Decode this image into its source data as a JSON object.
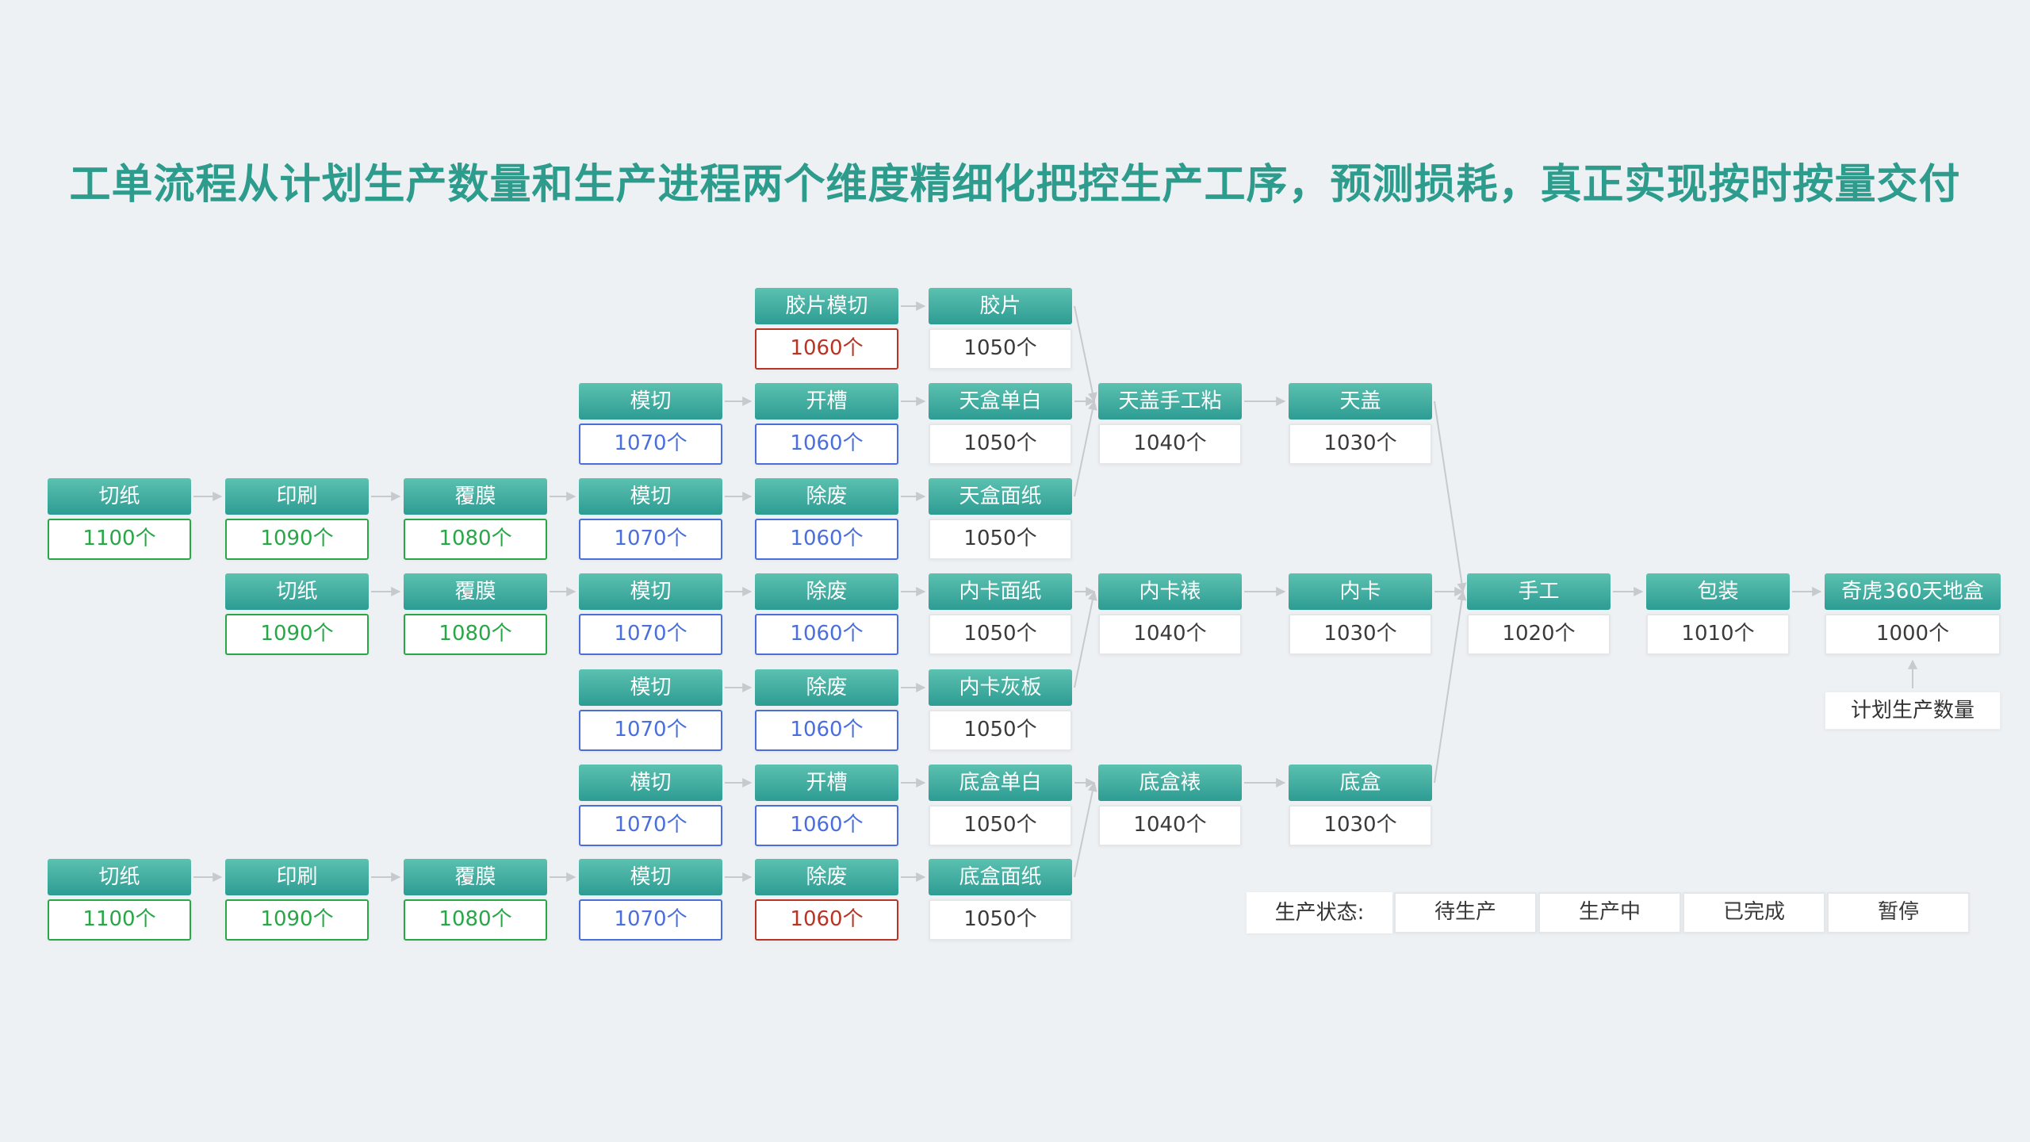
{
  "page": {
    "title": "工单流程从计划生产数量和生产进程两个维度精细化把控生产工序，预测损耗，真正实现按时按量交付"
  },
  "colors": {
    "background": "#eef1f4",
    "title": "#2d9c8d",
    "header_top": "#5cc1b0",
    "header_bottom": "#2d9c93",
    "completed": "#28a746",
    "in_production": "#4a6edc",
    "paused": "#ba3425",
    "waiting_border": "#e4e7ea",
    "waiting_text": "#3a3a3a",
    "arrow": "#c6c9cd"
  },
  "plan_label": "计划生产数量",
  "legend": {
    "label": "生产状态:",
    "items": [
      {
        "label": "待生产",
        "status": "waiting"
      },
      {
        "label": "生产中",
        "status": "in_production"
      },
      {
        "label": "已完成",
        "status": "completed"
      },
      {
        "label": "暂停",
        "status": "paused"
      }
    ]
  },
  "nodes": [
    {
      "id": "jp_mq",
      "label": "胶片模切",
      "qty": "1060个",
      "status": "paused",
      "col": 4,
      "row": 0
    },
    {
      "id": "jp",
      "label": "胶片",
      "qty": "1050个",
      "status": "waiting",
      "col": 5,
      "row": 0
    },
    {
      "id": "mq_a",
      "label": "模切",
      "qty": "1070个",
      "status": "in_production",
      "col": 3,
      "row": 1
    },
    {
      "id": "kc_a",
      "label": "开槽",
      "qty": "1060个",
      "status": "in_production",
      "col": 4,
      "row": 1
    },
    {
      "id": "thdb",
      "label": "天盒单白",
      "qty": "1050个",
      "status": "waiting",
      "col": 5,
      "row": 1
    },
    {
      "id": "tgsgz",
      "label": "天盖手工粘",
      "qty": "1040个",
      "status": "waiting",
      "col": 6,
      "row": 1
    },
    {
      "id": "tg",
      "label": "天盖",
      "qty": "1030个",
      "status": "waiting",
      "col": 7,
      "row": 1
    },
    {
      "id": "qz_a",
      "label": "切纸",
      "qty": "1100个",
      "status": "completed",
      "col": 0,
      "row": 2
    },
    {
      "id": "ys_a",
      "label": "印刷",
      "qty": "1090个",
      "status": "completed",
      "col": 1,
      "row": 2
    },
    {
      "id": "fm_a",
      "label": "覆膜",
      "qty": "1080个",
      "status": "completed",
      "col": 2,
      "row": 2
    },
    {
      "id": "mq_b",
      "label": "模切",
      "qty": "1070个",
      "status": "in_production",
      "col": 3,
      "row": 2
    },
    {
      "id": "cf_a",
      "label": "除废",
      "qty": "1060个",
      "status": "in_production",
      "col": 4,
      "row": 2
    },
    {
      "id": "thmz",
      "label": "天盒面纸",
      "qty": "1050个",
      "status": "waiting",
      "col": 5,
      "row": 2
    },
    {
      "id": "qz_b",
      "label": "切纸",
      "qty": "1090个",
      "status": "completed",
      "col": 1,
      "row": 3
    },
    {
      "id": "fm_b",
      "label": "覆膜",
      "qty": "1080个",
      "status": "completed",
      "col": 2,
      "row": 3
    },
    {
      "id": "mq_c",
      "label": "模切",
      "qty": "1070个",
      "status": "in_production",
      "col": 3,
      "row": 3
    },
    {
      "id": "cf_b",
      "label": "除废",
      "qty": "1060个",
      "status": "in_production",
      "col": 4,
      "row": 3
    },
    {
      "id": "nkmz",
      "label": "内卡面纸",
      "qty": "1050个",
      "status": "waiting",
      "col": 5,
      "row": 3
    },
    {
      "id": "nkb",
      "label": "内卡裱",
      "qty": "1040个",
      "status": "waiting",
      "col": 6,
      "row": 3
    },
    {
      "id": "nk",
      "label": "内卡",
      "qty": "1030个",
      "status": "waiting",
      "col": 7,
      "row": 3
    },
    {
      "id": "sg",
      "label": "手工",
      "qty": "1020个",
      "status": "waiting",
      "col": 8,
      "row": 3
    },
    {
      "id": "bz",
      "label": "包装",
      "qty": "1010个",
      "status": "waiting",
      "col": 9,
      "row": 3
    },
    {
      "id": "qh",
      "label": "奇虎360天地盒",
      "qty": "1000个",
      "status": "waiting",
      "col": 10,
      "row": 3,
      "wide": true
    },
    {
      "id": "mq_d",
      "label": "模切",
      "qty": "1070个",
      "status": "in_production",
      "col": 3,
      "row": 4
    },
    {
      "id": "cf_c",
      "label": "除废",
      "qty": "1060个",
      "status": "in_production",
      "col": 4,
      "row": 4
    },
    {
      "id": "nkhb",
      "label": "内卡灰板",
      "qty": "1050个",
      "status": "waiting",
      "col": 5,
      "row": 4
    },
    {
      "id": "hq",
      "label": "横切",
      "qty": "1070个",
      "status": "in_production",
      "col": 3,
      "row": 5
    },
    {
      "id": "kc_b",
      "label": "开槽",
      "qty": "1060个",
      "status": "in_production",
      "col": 4,
      "row": 5
    },
    {
      "id": "ddb",
      "label": "底盒单白",
      "qty": "1050个",
      "status": "waiting",
      "col": 5,
      "row": 5
    },
    {
      "id": "dhb",
      "label": "底盒裱",
      "qty": "1040个",
      "status": "waiting",
      "col": 6,
      "row": 5
    },
    {
      "id": "dh",
      "label": "底盒",
      "qty": "1030个",
      "status": "waiting",
      "col": 7,
      "row": 5
    },
    {
      "id": "qz_c",
      "label": "切纸",
      "qty": "1100个",
      "status": "completed",
      "col": 0,
      "row": 6
    },
    {
      "id": "ys_b",
      "label": "印刷",
      "qty": "1090个",
      "status": "completed",
      "col": 1,
      "row": 6
    },
    {
      "id": "fm_c",
      "label": "覆膜",
      "qty": "1080个",
      "status": "completed",
      "col": 2,
      "row": 6
    },
    {
      "id": "mq_e",
      "label": "模切",
      "qty": "1070个",
      "status": "in_production",
      "col": 3,
      "row": 6
    },
    {
      "id": "cf_d",
      "label": "除废",
      "qty": "1060个",
      "status": "paused",
      "col": 4,
      "row": 6
    },
    {
      "id": "dhmz",
      "label": "底盒面纸",
      "qty": "1050个",
      "status": "waiting",
      "col": 5,
      "row": 6
    }
  ],
  "edges": [
    [
      "jp_mq",
      "jp"
    ],
    [
      "jp",
      "tgsgz"
    ],
    [
      "mq_a",
      "kc_a"
    ],
    [
      "kc_a",
      "thdb"
    ],
    [
      "thdb",
      "tgsgz"
    ],
    [
      "tgsgz",
      "tg"
    ],
    [
      "tg",
      "sg"
    ],
    [
      "qz_a",
      "ys_a"
    ],
    [
      "ys_a",
      "fm_a"
    ],
    [
      "fm_a",
      "mq_b"
    ],
    [
      "mq_b",
      "cf_a"
    ],
    [
      "cf_a",
      "thmz"
    ],
    [
      "thmz",
      "tgsgz"
    ],
    [
      "qz_b",
      "fm_b"
    ],
    [
      "fm_b",
      "mq_c"
    ],
    [
      "mq_c",
      "cf_b"
    ],
    [
      "cf_b",
      "nkmz"
    ],
    [
      "nkmz",
      "nkb"
    ],
    [
      "nkb",
      "nk"
    ],
    [
      "nk",
      "sg"
    ],
    [
      "sg",
      "bz"
    ],
    [
      "bz",
      "qh"
    ],
    [
      "mq_d",
      "cf_c"
    ],
    [
      "cf_c",
      "nkhb"
    ],
    [
      "nkhb",
      "nkb"
    ],
    [
      "hq",
      "kc_b"
    ],
    [
      "kc_b",
      "ddb"
    ],
    [
      "ddb",
      "dhb"
    ],
    [
      "dhb",
      "dh"
    ],
    [
      "dh",
      "sg"
    ],
    [
      "qz_c",
      "ys_b"
    ],
    [
      "ys_b",
      "fm_c"
    ],
    [
      "fm_c",
      "mq_e"
    ],
    [
      "mq_e",
      "cf_d"
    ],
    [
      "cf_d",
      "dhmz"
    ],
    [
      "dhmz",
      "dhb"
    ]
  ]
}
